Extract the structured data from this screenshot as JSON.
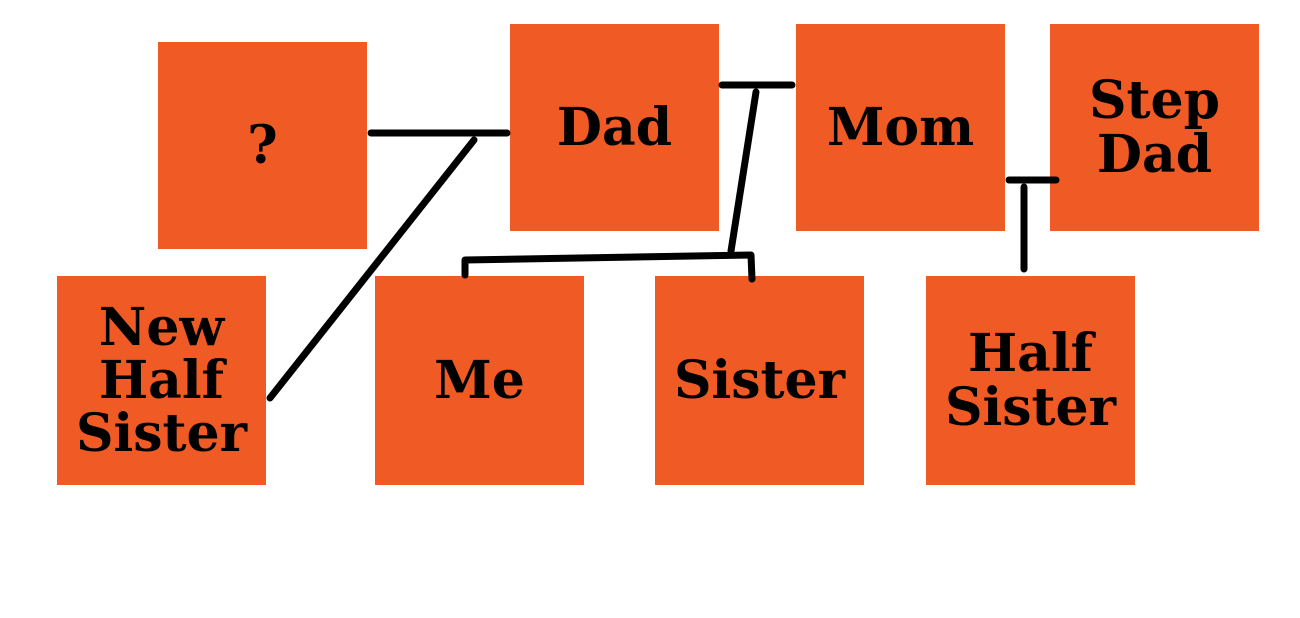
{
  "colors": {
    "box_fill": "#f05a24",
    "text": "#000000",
    "connector": "#000000",
    "background": "#ffffff"
  },
  "nodes": {
    "unknown": "?",
    "dad": "Dad",
    "mom": "Mom",
    "step_dad": "Step\nDad",
    "new_half_sister": "New\nHalf\nSister",
    "me": "Me",
    "sister": "Sister",
    "half_sister": "Half\nSister"
  },
  "relationships": [
    {
      "type": "partners",
      "between": [
        "?",
        "Dad"
      ]
    },
    {
      "type": "child",
      "parents": [
        "?",
        "Dad"
      ],
      "child": "New Half Sister"
    },
    {
      "type": "partners",
      "between": [
        "Dad",
        "Mom"
      ]
    },
    {
      "type": "children",
      "parents": [
        "Dad",
        "Mom"
      ],
      "children": [
        "Me",
        "Sister"
      ]
    },
    {
      "type": "partners",
      "between": [
        "Mom",
        "Step Dad"
      ]
    },
    {
      "type": "child",
      "parents": [
        "Mom",
        "Step Dad"
      ],
      "child": "Half Sister"
    }
  ]
}
